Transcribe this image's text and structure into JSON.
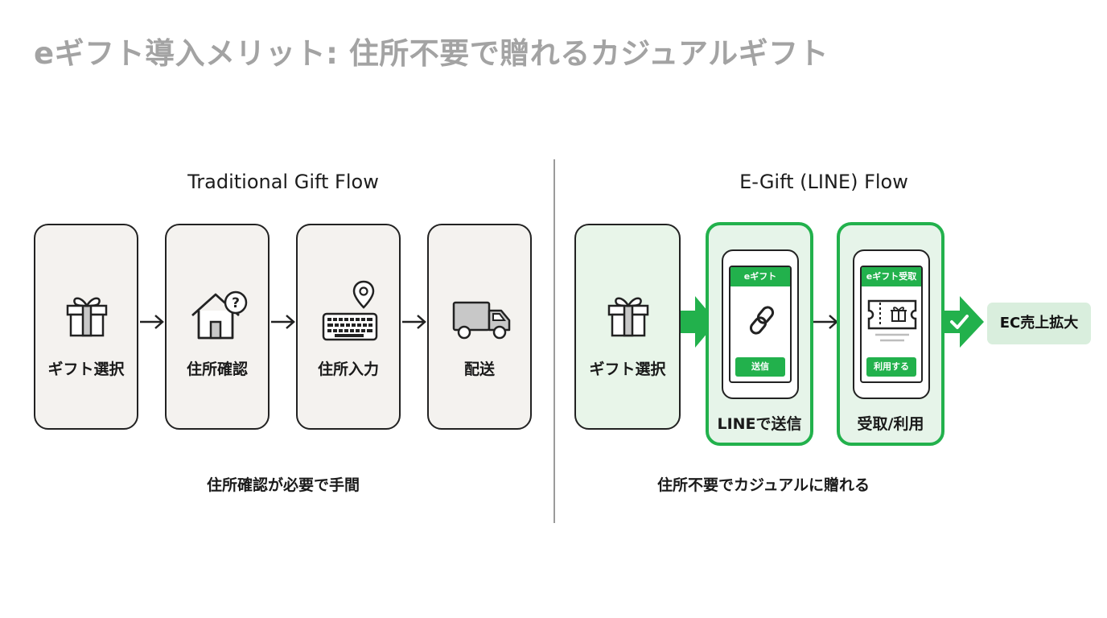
{
  "page_title": "eギフト導入メリット: 住所不要で贈れるカジュアルギフト",
  "colors": {
    "accent_green": "#22b14c",
    "card_neutral": "#f4f2ef",
    "card_green": "#e8f5e9"
  },
  "traditional": {
    "title": "Traditional Gift Flow",
    "steps": [
      {
        "label": "ギフト選択",
        "icon": "gift-icon"
      },
      {
        "label": "住所確認",
        "icon": "house-question-icon"
      },
      {
        "label": "住所入力",
        "icon": "keyboard-location-icon"
      },
      {
        "label": "配送",
        "icon": "truck-icon"
      }
    ],
    "caption": "住所確認が必要で手間"
  },
  "egift": {
    "title": "E-Gift (LINE) Flow",
    "steps": [
      {
        "label": "ギフト選択",
        "icon": "gift-icon"
      },
      {
        "label": "LINEで送信",
        "icon": "phone-link-icon",
        "screen_header": "eギフト",
        "screen_button": "送信"
      },
      {
        "label": "受取/利用",
        "icon": "phone-ticket-icon",
        "screen_header": "eギフト受取",
        "screen_button": "利用する"
      }
    ],
    "outcome": "EC売上拡大",
    "caption": "住所不要でカジュアルに贈れる"
  }
}
